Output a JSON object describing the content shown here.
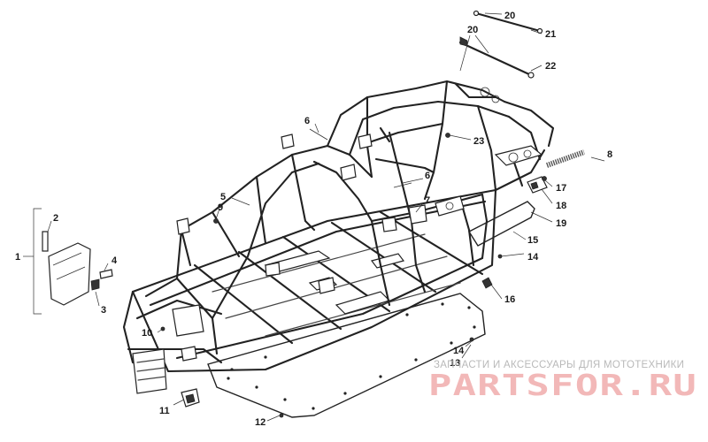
{
  "diagram": {
    "callouts": [
      "1",
      "2",
      "3",
      "4",
      "5",
      "6",
      "6",
      "7",
      "8",
      "9",
      "10",
      "11",
      "12",
      "13",
      "14",
      "14",
      "15",
      "16",
      "17",
      "18",
      "19",
      "20",
      "20",
      "21",
      "22",
      "23"
    ]
  },
  "watermark": {
    "tagline": "ЗАПЧАСТИ И АКСЕССУАРЫ ДЛЯ МОТОТЕХНИКИ",
    "brand": "PARTSFOR.RU"
  }
}
